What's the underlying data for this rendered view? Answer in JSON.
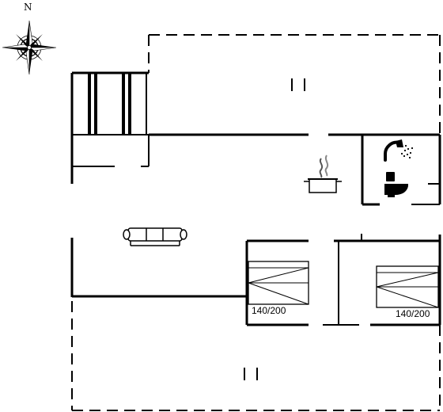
{
  "compass": {
    "north_label": "N",
    "icon": "compass-rose-icon"
  },
  "beds": [
    {
      "size_label": "140/200",
      "icon": "double-bed-icon"
    },
    {
      "size_label": "140/200",
      "icon": "double-bed-icon"
    }
  ],
  "fixtures": [
    "stove-pot-icon",
    "shower-icon",
    "toilet-icon",
    "sofa-icon"
  ]
}
